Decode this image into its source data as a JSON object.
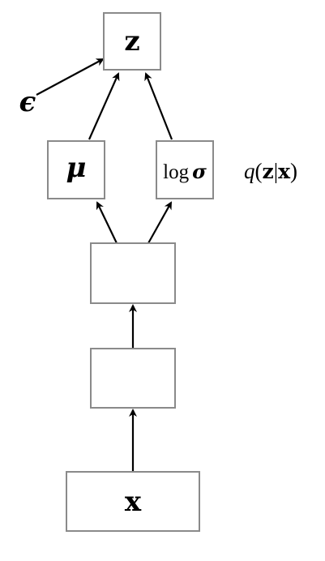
{
  "nodes": {
    "z": {
      "label": "z"
    },
    "mu": {
      "label": "μ"
    },
    "log_sigma": {
      "log": "log",
      "sigma": "σ"
    },
    "hidden_2": {
      "label": ""
    },
    "hidden_1": {
      "label": ""
    },
    "x": {
      "label": "x"
    }
  },
  "noise": {
    "label": "ϵ"
  },
  "annotation": {
    "q": "q",
    "open": "(",
    "z": "z",
    "bar": "|",
    "x": "x",
    "close": ")"
  }
}
